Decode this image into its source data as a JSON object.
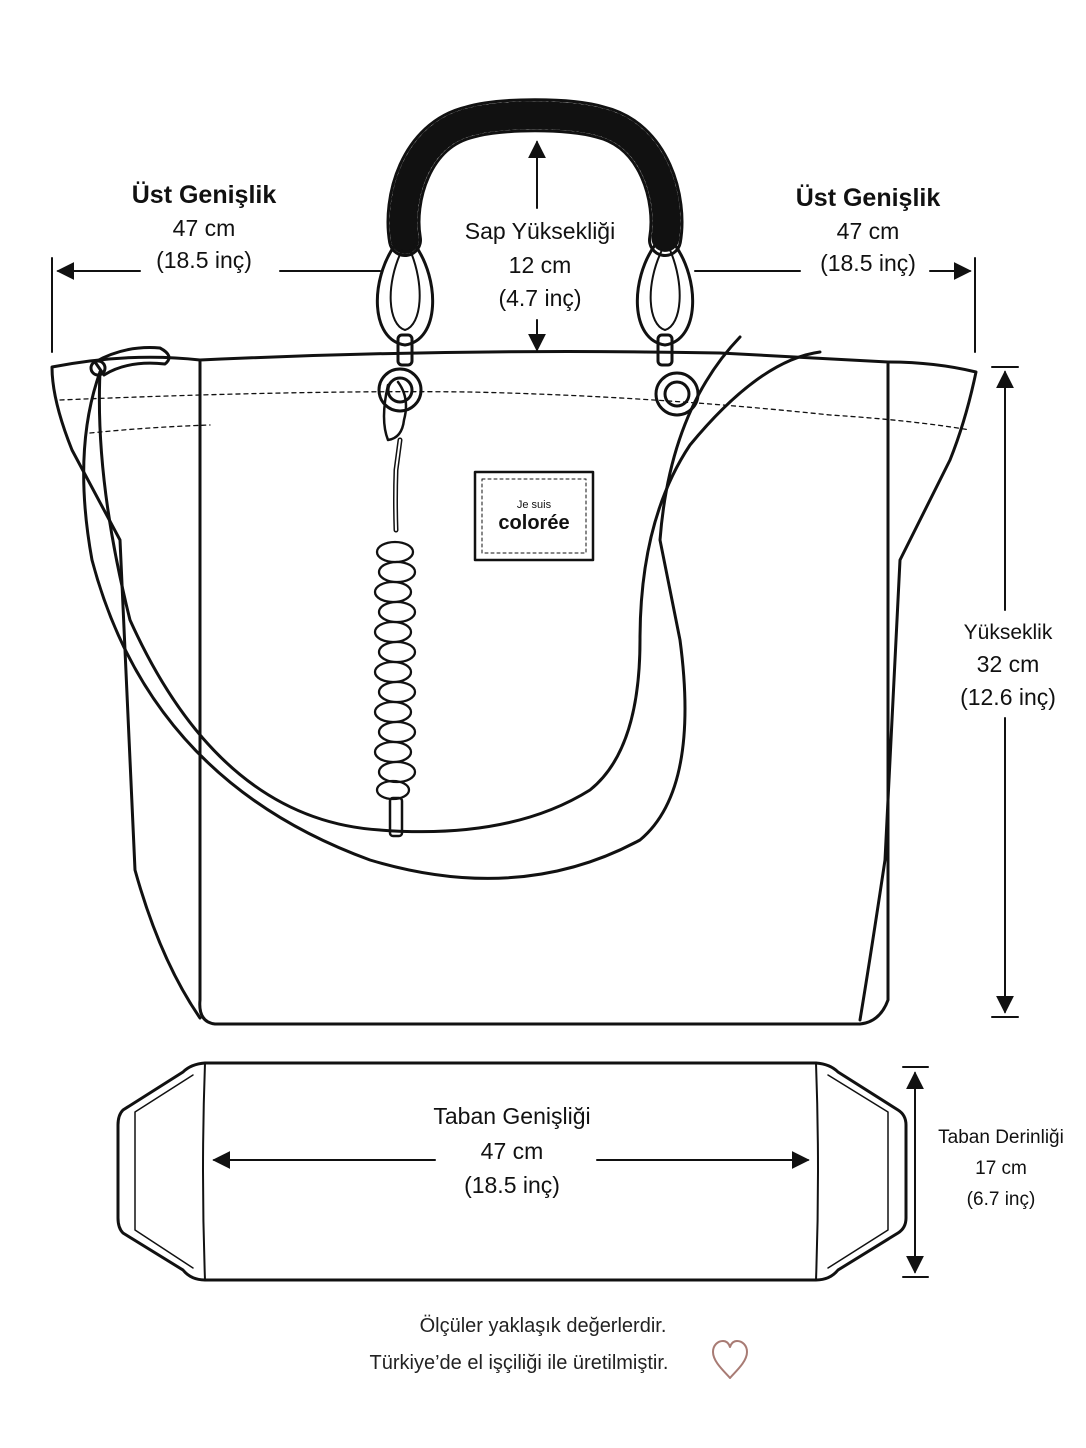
{
  "labels": {
    "top_width_left": {
      "title": "Üst Genişlik",
      "cm": "47 cm",
      "inch": "(18.5 inç)"
    },
    "top_width_right": {
      "title": "Üst Genişlik",
      "cm": "47 cm",
      "inch": "(18.5 inç)"
    },
    "handle_height": {
      "title": "Sap Yüksekliği",
      "cm": "12 cm",
      "inch": "(4.7 inç)"
    },
    "height": {
      "title": "Yükseklik",
      "cm": "32 cm",
      "inch": "(12.6 inç)"
    },
    "base_width": {
      "title": "Taban Genişliği",
      "cm": "47 cm",
      "inch": "(18.5 inç)"
    },
    "base_depth": {
      "title": "Taban Derinliği",
      "cm": "17 cm",
      "inch": "(6.7 inç)"
    }
  },
  "brand_patch": {
    "line1": "Je suis",
    "line2": "colorée"
  },
  "footer": {
    "line1": "Ölçüler yaklaşık değerlerdir.",
    "line2": "Türkiye’de el işçiliği ile üretilmiştir."
  },
  "icons": {
    "heart": "heart-outline-icon"
  },
  "colors": {
    "line": "#111111",
    "heart": "#a87b74"
  }
}
